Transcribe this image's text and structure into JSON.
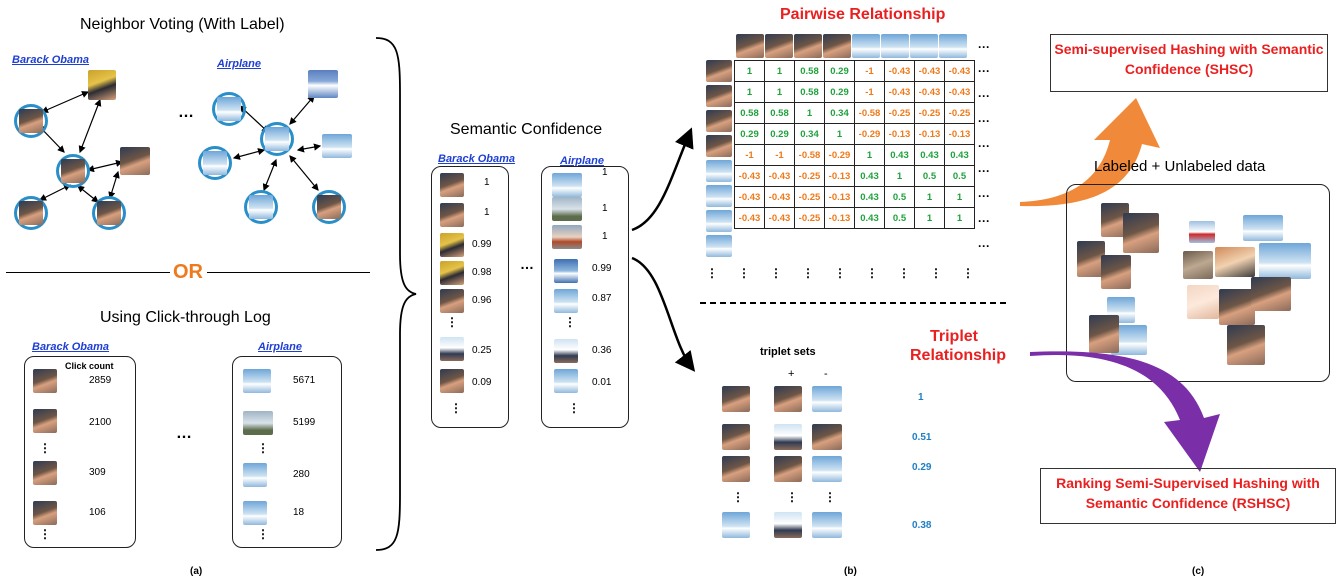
{
  "panel_a": {
    "neighbor_title": "Neighbor Voting (With Label)",
    "or_label": "OR",
    "clicklog_title": "Using Click-through Log",
    "obama_label": "Barack Obama",
    "airplane_label": "Airplane",
    "click_count_label": "Click count",
    "obama_counts": [
      "2859",
      "2100",
      "309",
      "106"
    ],
    "airplane_counts": [
      "5671",
      "5199",
      "280",
      "18"
    ],
    "ellipsis": "…",
    "vdots": "⋮",
    "caption": "(a)"
  },
  "semantic": {
    "title": "Semantic Confidence",
    "obama_label": "Barack Obama",
    "airplane_label": "Airplane",
    "obama_scores": [
      "1",
      "1",
      "0.99",
      "0.98",
      "0.96",
      "0.25",
      "0.09"
    ],
    "airplane_scores": [
      "1",
      "1",
      "1",
      "0.99",
      "0.87",
      "0.36",
      "0.01"
    ]
  },
  "panel_b": {
    "pairwise_title": "Pairwise Relationship",
    "matrix": [
      [
        "1",
        "1",
        "0.58",
        "0.29",
        "-1",
        "-0.43",
        "-0.43",
        "-0.43"
      ],
      [
        "1",
        "1",
        "0.58",
        "0.29",
        "-1",
        "-0.43",
        "-0.43",
        "-0.43"
      ],
      [
        "0.58",
        "0.58",
        "1",
        "0.34",
        "-0.58",
        "-0.25",
        "-0.25",
        "-0.25"
      ],
      [
        "0.29",
        "0.29",
        "0.34",
        "1",
        "-0.29",
        "-0.13",
        "-0.13",
        "-0.13"
      ],
      [
        "-1",
        "-1",
        "-0.58",
        "-0.29",
        "1",
        "0.43",
        "0.43",
        "0.43"
      ],
      [
        "-0.43",
        "-0.43",
        "-0.25",
        "-0.13",
        "0.43",
        "1",
        "0.5",
        "0.5"
      ],
      [
        "-0.43",
        "-0.43",
        "-0.25",
        "-0.13",
        "0.43",
        "0.5",
        "1",
        "1"
      ],
      [
        "-0.43",
        "-0.43",
        "-0.25",
        "-0.13",
        "0.43",
        "0.5",
        "1",
        "1"
      ]
    ],
    "row_ellipsis": "···",
    "triplet_title": "Triplet Relationship",
    "triplet_sets_label": "triplet sets",
    "plus": "+",
    "minus": "-",
    "triplet_scores": [
      "1",
      "0.51",
      "0.29",
      "0.38"
    ],
    "caption": "(b)"
  },
  "panel_c": {
    "shsc_label": "Semi-supervised Hashing with Semantic Confidence (SHSC)",
    "data_label": "Labeled + Unlabeled data",
    "rshsc_label": "Ranking  Semi-Supervised Hashing with Semantic Confidence (RSHSC)",
    "caption": "(c)"
  },
  "colors": {
    "link_blue": "#1f3fd1",
    "title_red": "#ea1f1f",
    "or_orange": "#ee7a1c",
    "positive_green": "#1fa23c",
    "negative_orange": "#ee7a1c",
    "score_blue": "#1f7fc4",
    "node_border": "#2a8fc9",
    "arrow_orange": "#f08a3a",
    "arrow_purple": "#7a2ea8"
  }
}
